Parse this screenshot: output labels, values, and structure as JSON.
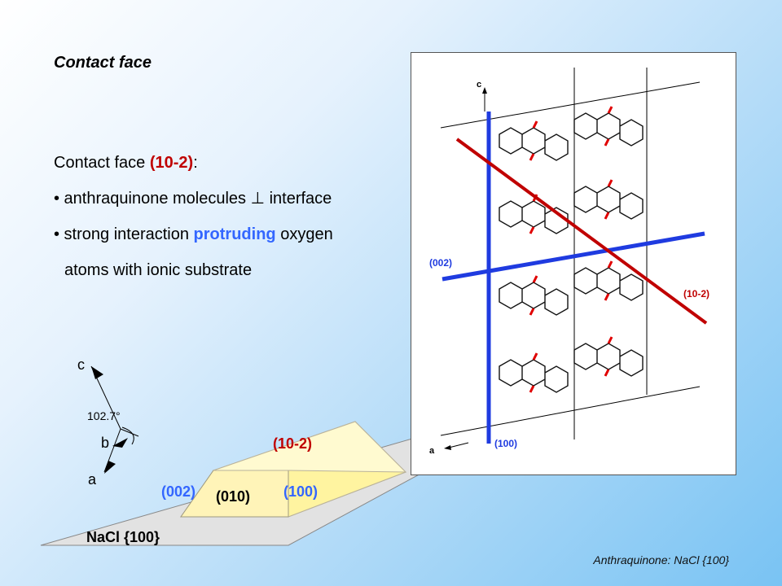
{
  "slide": {
    "title": "Contact face",
    "heading_prefix": "Contact face ",
    "heading_face": "(10-2)",
    "heading_suffix": ":",
    "bullet1_prefix": "• anthraquinone molecules ",
    "bullet1_symbol": "⊥",
    "bullet1_suffix": " interface",
    "bullet2_prefix": "• strong interaction ",
    "bullet2_highlight": "protruding",
    "bullet2_suffix": " oxygen",
    "bullet2_cont": "atoms with ionic substrate",
    "caption": "Anthraquinone: NaCl {100}"
  },
  "crystal": {
    "face_top": "(10-2)",
    "face_left": "(002)",
    "face_front": "(010)",
    "face_right": "(100)",
    "substrate": "NaCl {100}",
    "axis_c": "c",
    "axis_b": "b",
    "axis_a": "a",
    "angle": "102.7°"
  },
  "panel": {
    "axis_c": "c",
    "axis_a": "a",
    "label_002": "(002)",
    "label_102": "(10-2)",
    "label_100": "(100)"
  },
  "colors": {
    "red": "#c00000",
    "blue": "#1f3be0",
    "highlight_blue": "#3366ff",
    "oxygen": "#e00000",
    "face_yellow": "#fff6a8"
  }
}
